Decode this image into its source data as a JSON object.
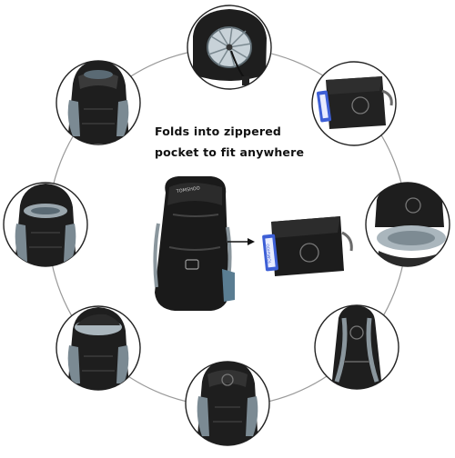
{
  "caption": {
    "line1": "Folds into zippered",
    "line2": "pocket to fit anywhere"
  },
  "brand": "TOMSHOO",
  "colors": {
    "background": "#ffffff",
    "ring": "#9a9a9a",
    "bag": "#1e1e1e",
    "bag_dark": "#111111",
    "trim": "#6f7d86",
    "tag": "#3d5fd6",
    "arrow": "#111111"
  },
  "icons": {
    "arrow": "arrow-right-icon"
  }
}
